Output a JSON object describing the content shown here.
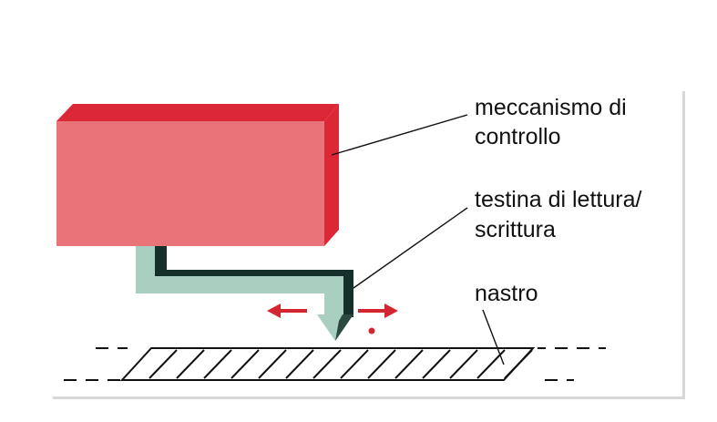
{
  "labels": {
    "control_line1": "meccanismo di",
    "control_line2": "controllo",
    "head_line1": "testina di lettura/",
    "head_line2": "scrittura",
    "tape": "nastro"
  },
  "colors": {
    "block_front": "#e8747a",
    "block_top": "#dc2836",
    "block_side": "#dc2836",
    "head_light": "#a8cfc0",
    "head_dark": "#15302a",
    "arrow_red": "#d42630",
    "ink": "#111111",
    "panel_bg": "#ffffff",
    "panel_shadow": "#d7d7d7"
  },
  "icons": {
    "left_arrow": "arrow-left-icon",
    "right_arrow": "arrow-right-icon"
  }
}
